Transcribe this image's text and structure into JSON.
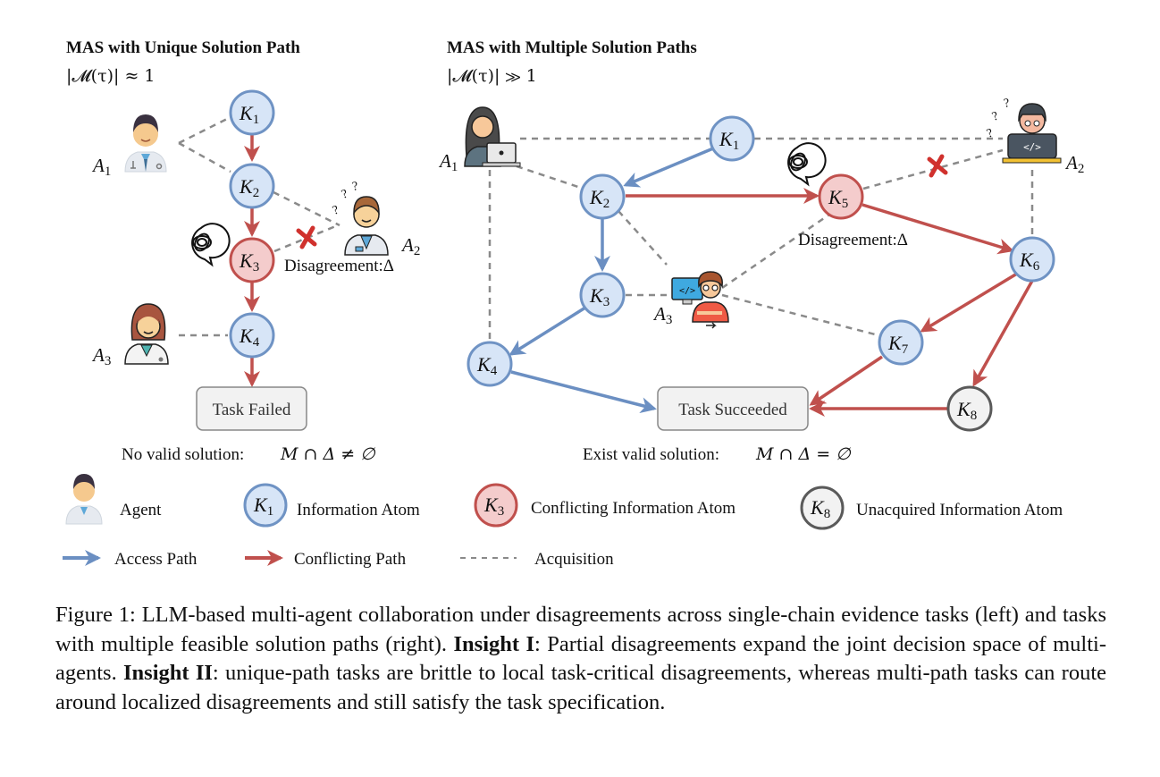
{
  "left_panel": {
    "title": "MAS with Unique Solution Path",
    "formula": "|𝓜(τ)| ≈ 1",
    "nodes": [
      {
        "id": "K1",
        "letter": "K",
        "sub": "1",
        "kind": "info"
      },
      {
        "id": "K2",
        "letter": "K",
        "sub": "2",
        "kind": "info"
      },
      {
        "id": "K3",
        "letter": "K",
        "sub": "3",
        "kind": "conflict"
      },
      {
        "id": "K4",
        "letter": "K",
        "sub": "4",
        "kind": "info"
      }
    ],
    "agents": [
      {
        "id": "A1",
        "letter": "A",
        "sub": "1",
        "icon": "male-doctor-icon"
      },
      {
        "id": "A2",
        "letter": "A",
        "sub": "2",
        "icon": "confused-doctor-icon"
      },
      {
        "id": "A3",
        "letter": "A",
        "sub": "3",
        "icon": "female-doctor-icon"
      }
    ],
    "edges": [
      {
        "from": "K1",
        "to": "K2",
        "type": "conflicting"
      },
      {
        "from": "K2",
        "to": "K3",
        "type": "conflicting"
      },
      {
        "from": "K3",
        "to": "K4",
        "type": "conflicting"
      },
      {
        "from": "K4",
        "to": "task",
        "type": "conflicting"
      },
      {
        "from": "A1",
        "to": "K1",
        "type": "acquisition"
      },
      {
        "from": "A1",
        "to": "K2",
        "type": "acquisition"
      },
      {
        "from": "A2",
        "to": "K2",
        "type": "acquisition"
      },
      {
        "from": "A2",
        "to": "K3",
        "type": "acquisition",
        "blocked": true
      },
      {
        "from": "A3",
        "to": "K4",
        "type": "acquisition"
      }
    ],
    "disagreement_label": "Disagreement:Δ",
    "task_label": "Task Failed",
    "conclusion_text": "No valid solution:",
    "conclusion_math": "M ∩ Δ ≠ ∅"
  },
  "right_panel": {
    "title": "MAS with Multiple Solution Paths",
    "formula": "|𝓜(τ)| ≫ 1",
    "nodes": [
      {
        "id": "K1",
        "letter": "K",
        "sub": "1",
        "kind": "info"
      },
      {
        "id": "K2",
        "letter": "K",
        "sub": "2",
        "kind": "info"
      },
      {
        "id": "K3",
        "letter": "K",
        "sub": "3",
        "kind": "info"
      },
      {
        "id": "K4",
        "letter": "K",
        "sub": "4",
        "kind": "info"
      },
      {
        "id": "K5",
        "letter": "K",
        "sub": "5",
        "kind": "conflict"
      },
      {
        "id": "K6",
        "letter": "K",
        "sub": "6",
        "kind": "info"
      },
      {
        "id": "K7",
        "letter": "K",
        "sub": "7",
        "kind": "info"
      },
      {
        "id": "K8",
        "letter": "K",
        "sub": "8",
        "kind": "unacquired"
      }
    ],
    "agents": [
      {
        "id": "A1",
        "letter": "A",
        "sub": "1",
        "icon": "woman-laptop-icon"
      },
      {
        "id": "A2",
        "letter": "A",
        "sub": "2",
        "icon": "confused-coder-icon"
      },
      {
        "id": "A3",
        "letter": "A",
        "sub": "3",
        "icon": "developer-icon"
      }
    ],
    "edges": [
      {
        "from": "K1",
        "to": "K2",
        "type": "access"
      },
      {
        "from": "K2",
        "to": "K3",
        "type": "access"
      },
      {
        "from": "K3",
        "to": "K4",
        "type": "access"
      },
      {
        "from": "K4",
        "to": "task",
        "type": "access"
      },
      {
        "from": "K2",
        "to": "K5",
        "type": "conflicting"
      },
      {
        "from": "K5",
        "to": "K6",
        "type": "conflicting"
      },
      {
        "from": "K6",
        "to": "K7",
        "type": "conflicting"
      },
      {
        "from": "K6",
        "to": "K8",
        "type": "conflicting"
      },
      {
        "from": "K7",
        "to": "task",
        "type": "conflicting"
      },
      {
        "from": "K8",
        "to": "task",
        "type": "conflicting"
      },
      {
        "from": "A1",
        "to": "K1",
        "type": "acquisition"
      },
      {
        "from": "A1",
        "to": "K2",
        "type": "acquisition"
      },
      {
        "from": "A1",
        "to": "K4",
        "type": "acquisition"
      },
      {
        "from": "K1",
        "to": "A2",
        "type": "acquisition"
      },
      {
        "from": "K5",
        "to": "A2",
        "type": "acquisition",
        "blocked": true
      },
      {
        "from": "A2",
        "to": "K6",
        "type": "acquisition"
      },
      {
        "from": "K2",
        "to": "A3",
        "type": "acquisition"
      },
      {
        "from": "K3",
        "to": "A3",
        "type": "acquisition"
      },
      {
        "from": "A3",
        "to": "K5",
        "type": "acquisition"
      },
      {
        "from": "A3",
        "to": "K7",
        "type": "acquisition"
      }
    ],
    "disagreement_label": "Disagreement:Δ",
    "task_label": "Task Succeeded",
    "conclusion_text": "Exist valid solution:",
    "conclusion_math": "M ∩ Δ = ∅"
  },
  "legend": {
    "agent": "Agent",
    "info_atom": {
      "letter": "K",
      "sub": "1",
      "label": "Information Atom"
    },
    "conflict_atom": {
      "letter": "K",
      "sub": "3",
      "label": "Conflicting Information Atom"
    },
    "unacquired_atom": {
      "letter": "K",
      "sub": "8",
      "label": "Unacquired Information Atom"
    },
    "access_path": "Access Path",
    "conflicting_path": "Conflicting Path",
    "acquisition": "Acquisition"
  },
  "colors": {
    "info_fill": "#d7e5f7",
    "info_stroke": "#6f93c4",
    "conflict_fill": "#f4cccc",
    "conflict_stroke": "#c0504d",
    "unacquired_fill": "#f2f2f2",
    "unacquired_stroke": "#5a5a5a",
    "access_path": "#6b8fc2",
    "conflicting_path": "#c0504d",
    "acquisition": "#8a8a8a",
    "blocked_mark": "#d0312d",
    "task_fill": "#f2f2f2",
    "task_stroke": "#888888"
  },
  "caption": {
    "part1": "Figure 1: LLM-based multi-agent collaboration under disagreements across single-chain evidence tasks (left) and tasks with multiple feasible solution paths (right). ",
    "insight1_label": "Insight I",
    "part2": ": Partial disagreements expand the joint decision space of multi-agents. ",
    "insight2_label": "Insight II",
    "part3": ": unique-path tasks are brittle to local task-critical disagreements, whereas multi-path tasks can route around localized disagreements and still satisfy the task specification."
  }
}
